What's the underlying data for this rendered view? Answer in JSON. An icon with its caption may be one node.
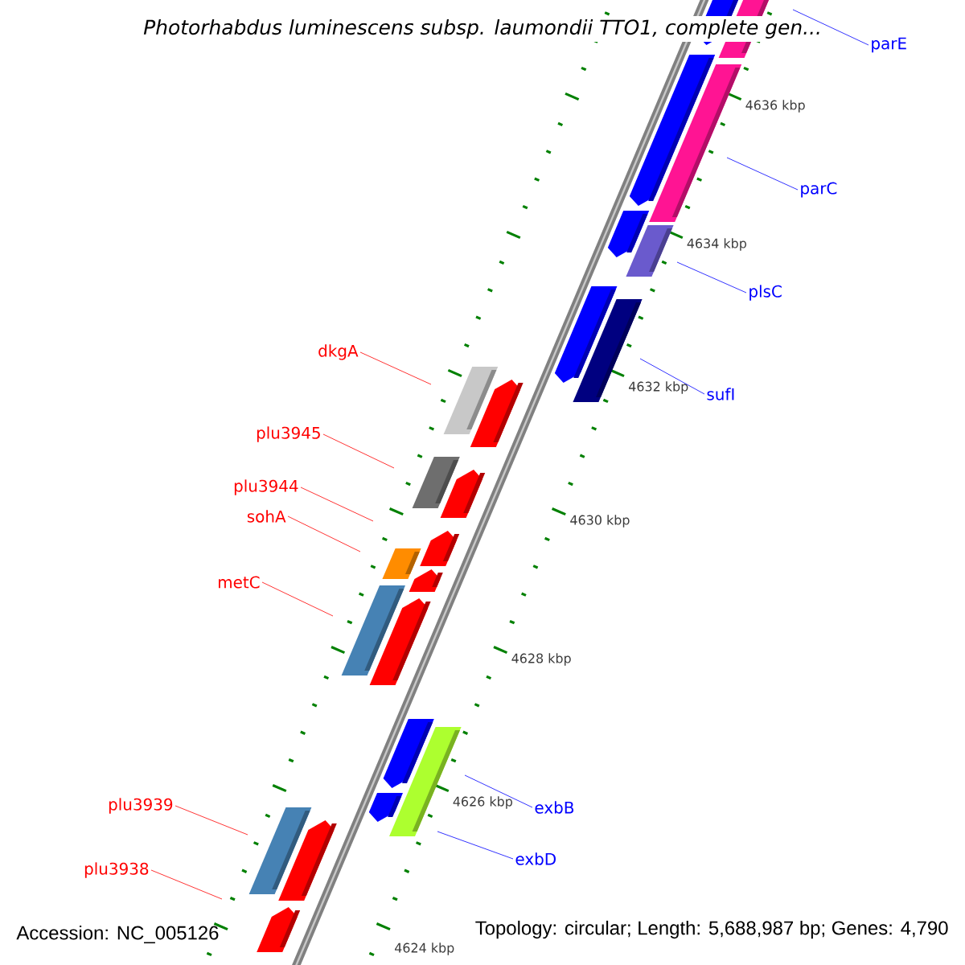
{
  "diagram": {
    "title": "Photorhabdus luminescens subsp. laumondii TTO1, complete gen...",
    "nodes": [
      {
        "text": [
          "parE"
        ]
      },
      {
        "text": [
          "parC"
        ]
      },
      {
        "text": [
          "plsC"
        ]
      },
      {
        "text": [
          "dkgA"
        ]
      },
      {
        "text": [
          "sufI"
        ]
      },
      {
        "text": [
          "plu3945"
        ]
      },
      {
        "text": [
          "plu3944"
        ]
      },
      {
        "text": [
          "sohA"
        ]
      },
      {
        "text": [
          "metC"
        ]
      },
      {
        "text": [
          "exbB"
        ]
      },
      {
        "text": [
          "plu3939"
        ]
      },
      {
        "text": [
          "exbD"
        ]
      },
      {
        "text": [
          "plu3938"
        ]
      }
    ],
    "edges": [
      {
        "from": 0,
        "to": null,
        "arrow": "none",
        "color": "#0000ff"
      },
      {
        "from": 1,
        "to": null,
        "arrow": "none",
        "color": "#0000ff"
      },
      {
        "from": 2,
        "to": null,
        "arrow": "none",
        "color": "#0000ff"
      },
      {
        "from": 3,
        "to": null,
        "arrow": "none"
      },
      {
        "from": 4,
        "to": null,
        "arrow": "none",
        "color": "#0000ff"
      },
      {
        "from": 5,
        "to": null,
        "arrow": "none"
      },
      {
        "from": 6,
        "to": null,
        "arrow": "none"
      },
      {
        "from": 7,
        "to": null,
        "arrow": "none"
      },
      {
        "from": 8,
        "to": null,
        "arrow": "none"
      },
      {
        "from": 9,
        "to": null,
        "arrow": "none",
        "color": "#0000ff"
      },
      {
        "from": 10,
        "to": null,
        "arrow": "none"
      },
      {
        "from": 11,
        "to": null,
        "arrow": "none",
        "color": "#0000ff"
      },
      {
        "from": 12,
        "to": null,
        "arrow": "none"
      }
    ],
    "labels": [
      "4636 kbp",
      "4634 kbp",
      "4632 kbp",
      "4630 kbp",
      "4628 kbp",
      "4626 kbp",
      "4624 kbp",
      "Accession: NC_005126",
      "Topology: circular; Length: 5,688,987 bp; Genes: 4,790"
    ]
  }
}
